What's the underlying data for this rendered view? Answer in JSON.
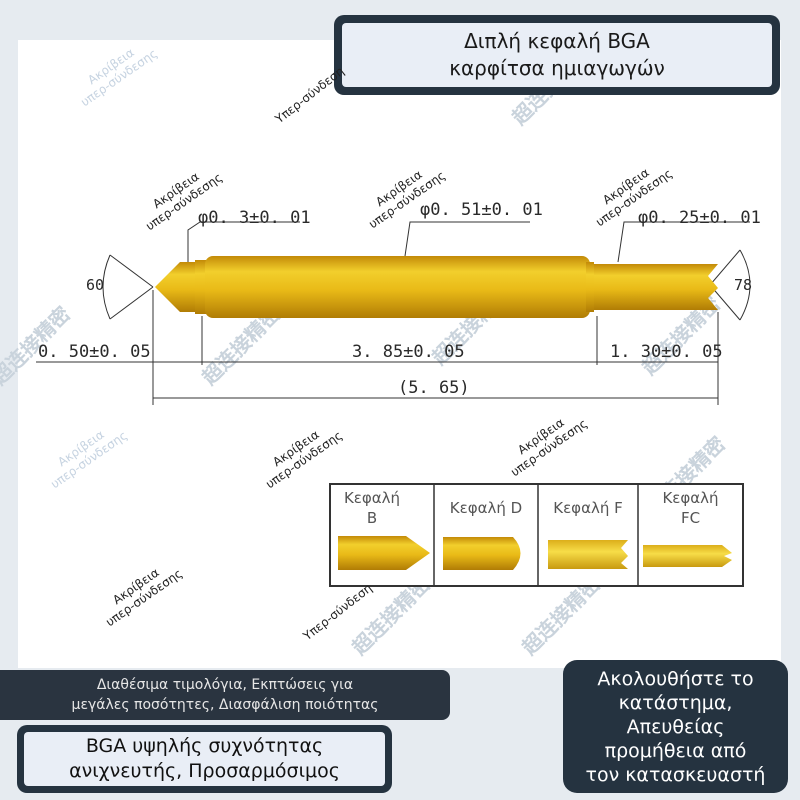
{
  "title": {
    "line1": "Διπλή κεφαλή BGA",
    "line2": "καρφίτσα ημιαγωγών"
  },
  "dimensions": {
    "tip_diameter": "φ0. 3±0. 01",
    "body_diameter": "φ0. 51±0. 01",
    "tail_diameter": "φ0. 25±0. 01",
    "tip_angle": "60",
    "tail_angle": "78",
    "tip_length": "0. 50±0. 05",
    "body_length": "3. 85±0. 05",
    "tail_length": "1. 30±0. 05",
    "total_length": "(5. 65)"
  },
  "head_types": [
    {
      "label_line1": "Κεφαλή",
      "label_line2": "B"
    },
    {
      "label_line1": "Κεφαλή D",
      "label_line2": ""
    },
    {
      "label_line1": "Κεφαλή F",
      "label_line2": ""
    },
    {
      "label_line1": "Κεφαλή",
      "label_line2": "FC"
    }
  ],
  "watermarks": {
    "precision_line1": "Ακρίβεια",
    "precision_line2": "υπερ-σύνδεσης",
    "hyper": "Υπερ-σύνδεση",
    "cn": "超连接精密"
  },
  "promo": {
    "left_line1": "Διαθέσιμα τιμολόγια, Εκπτώσεις για",
    "left_line2": "μεγάλες ποσότητες, Διασφάλιση ποιότητας",
    "bottom_line1": "BGA υψηλής συχνότητας",
    "bottom_line2": "ανιχνευτής, Προσαρμόσιμος",
    "right_line1": "Ακολουθήστε το",
    "right_line2": "κατάστημα,",
    "right_line3": "Απευθείας",
    "right_line4": "προμήθεια από",
    "right_line5": "τον κατασκευαστή"
  },
  "colors": {
    "gold": "#e0aa10",
    "gold_light": "#f5d540",
    "navy": "#253340"
  }
}
